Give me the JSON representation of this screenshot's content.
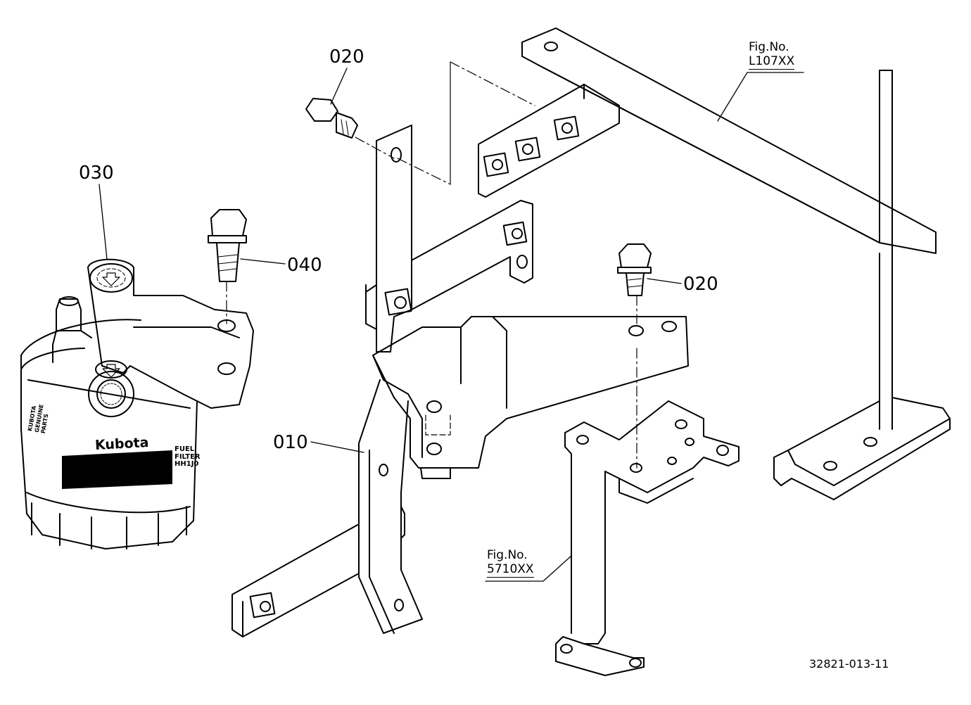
{
  "callouts": {
    "bolt_upper": "020",
    "filter_assembly": "030",
    "bolt_filter": "040",
    "bolt_right": "020",
    "bracket": "010"
  },
  "figure_refs": {
    "frame": {
      "line1": "Fig.No.",
      "line2": "L107XX"
    },
    "stand": {
      "line1": "Fig.No.",
      "line2": "5710XX"
    }
  },
  "filter_label": {
    "brand": "Kubota",
    "left_text": [
      "KUBOTA",
      "GENUINE",
      "PARTS"
    ],
    "right_text": [
      "FUEL",
      "FILTER",
      "HH1J0"
    ]
  },
  "drawing_number": "32821-013-11"
}
